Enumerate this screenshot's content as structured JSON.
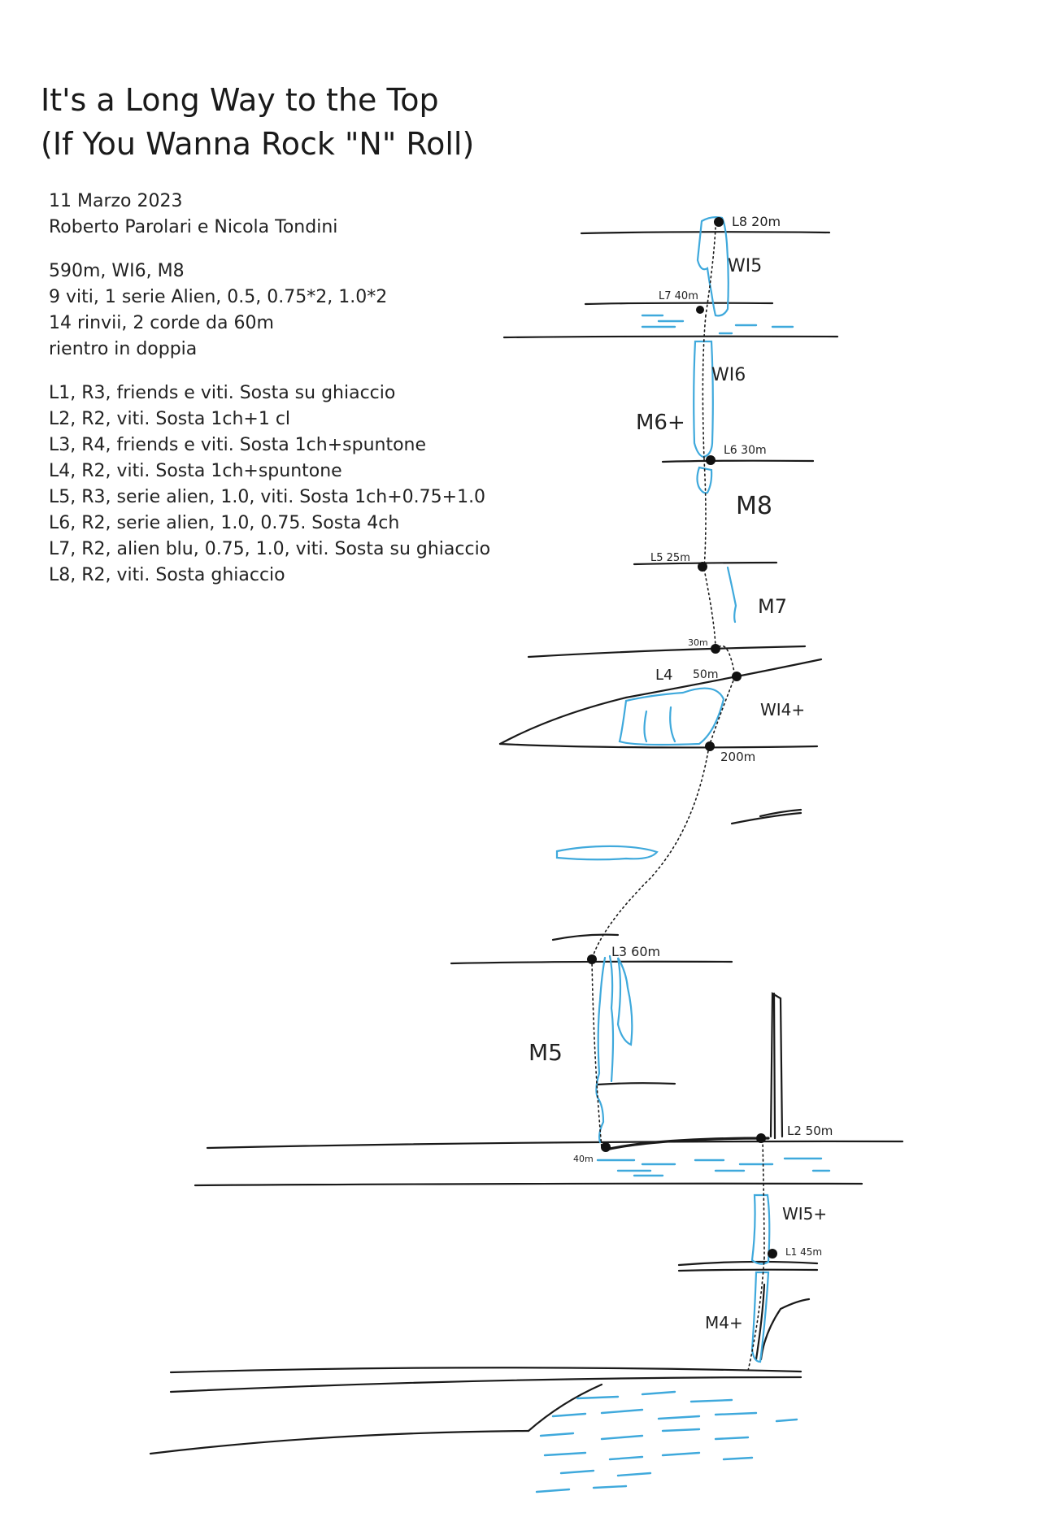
{
  "header": {
    "title_line1": "It's a Long Way to the Top",
    "title_line2": "(If You Wanna Rock \"N\" Roll)"
  },
  "info": {
    "date": "11 Marzo 2023",
    "climbers": "Roberto Parolari e Nicola Tondini",
    "summary": "590m, WI6, M8",
    "gear1": "9 viti, 1 serie Alien, 0.5, 0.75*2, 1.0*2",
    "gear2": "14 rinvii, 2 corde da 60m",
    "descent": "rientro in doppia",
    "pitches": [
      "L1, R3, friends e viti. Sosta su ghiaccio",
      "L2, R2, viti. Sosta 1ch+1 cl",
      "L3, R4, friends e viti. Sosta 1ch+spuntone",
      "L4, R2, viti. Sosta 1ch+spuntone",
      "L5, R3, serie alien, 1.0, viti. Sosta 1ch+0.75+1.0",
      "L6, R2, serie alien, 1.0, 0.75. Sosta 4ch",
      "L7, R2, alien blu, 0.75, 1.0, viti. Sosta su ghiaccio",
      "L8, R2, viti. Sosta ghiaccio"
    ]
  },
  "topo": {
    "colors": {
      "ink": "#1a1a1a",
      "ice": "#3fa9dc"
    },
    "labels": {
      "l8": "L8 20m",
      "l7": "L7 40m",
      "l6": "L6 30m",
      "l5": "L5 25m",
      "l4": "L4",
      "l4_len": "50m",
      "l3": "L3 60m",
      "l2": "L2 50m",
      "l1": "L1 45m",
      "len_30m": "30m",
      "len_200m": "200m",
      "len_40m": "40m",
      "g_wi5": "WI5",
      "g_wi6": "WI6",
      "g_m6": "M6+",
      "g_m8": "M8",
      "g_m7": "M7",
      "g_wi4": "WI4+",
      "g_m5": "M5",
      "g_wi5b": "WI5+",
      "g_m4": "M4+"
    }
  }
}
